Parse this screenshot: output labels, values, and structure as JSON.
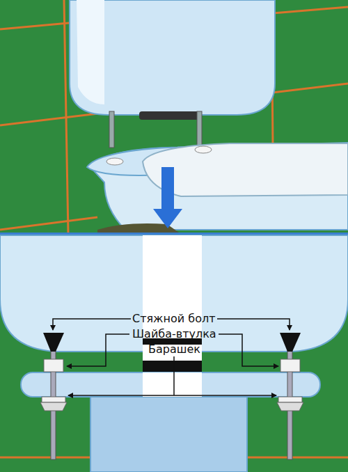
{
  "diagram": {
    "labels": [
      "Стяжной болт",
      "Шайба-втулка",
      "Барашек"
    ]
  }
}
